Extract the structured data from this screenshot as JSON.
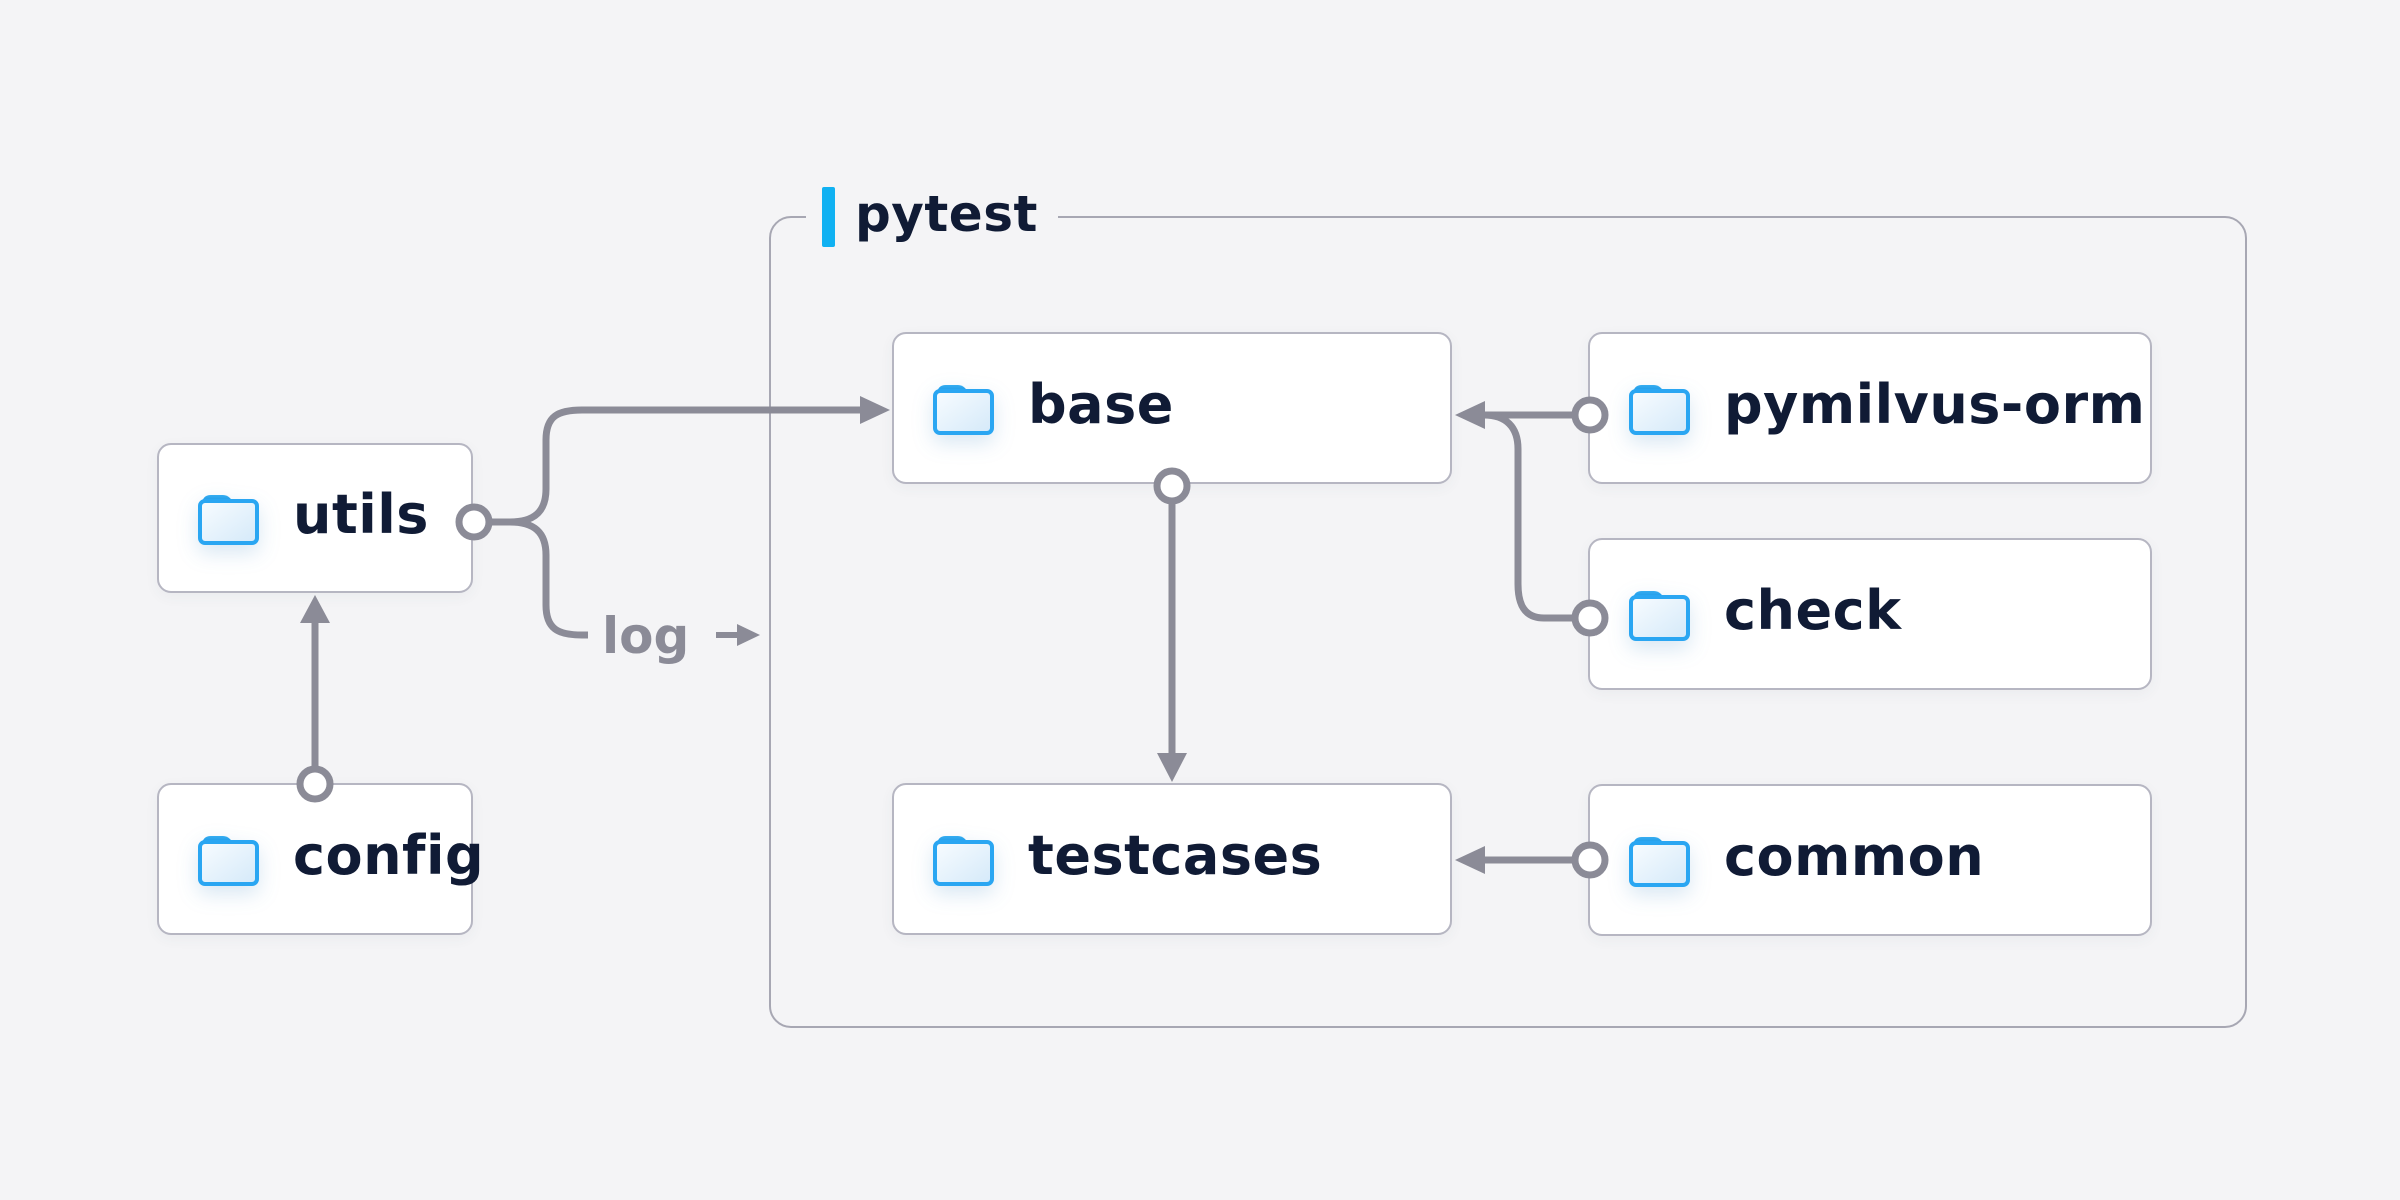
{
  "diagram": {
    "container": {
      "label": "pytest"
    },
    "nodes": {
      "utils": {
        "label": "utils"
      },
      "config": {
        "label": "config"
      },
      "base": {
        "label": "base"
      },
      "pymilvus-orm": {
        "label": "pymilvus-orm"
      },
      "check": {
        "label": "check"
      },
      "testcases": {
        "label": "testcases"
      },
      "common": {
        "label": "common"
      }
    },
    "edge_label": "log",
    "edges": [
      {
        "from": "config",
        "to": "utils"
      },
      {
        "from": "utils",
        "to": "base"
      },
      {
        "from": "utils",
        "to": "pytest",
        "label": "log"
      },
      {
        "from": "pymilvus-orm",
        "to": "base"
      },
      {
        "from": "check",
        "to": "base"
      },
      {
        "from": "base",
        "to": "testcases"
      },
      {
        "from": "common",
        "to": "testcases"
      }
    ],
    "icons": {
      "node_icon": "folder-icon"
    },
    "colors": {
      "background": "#f4f4f6",
      "accent_blue": "#10b1f2",
      "folder_blue": "#2aa6f2",
      "line_gray": "#8b8b97",
      "node_border": "#b6b6c2",
      "group_border": "#a7a7b3",
      "text_navy": "#101b35"
    }
  }
}
